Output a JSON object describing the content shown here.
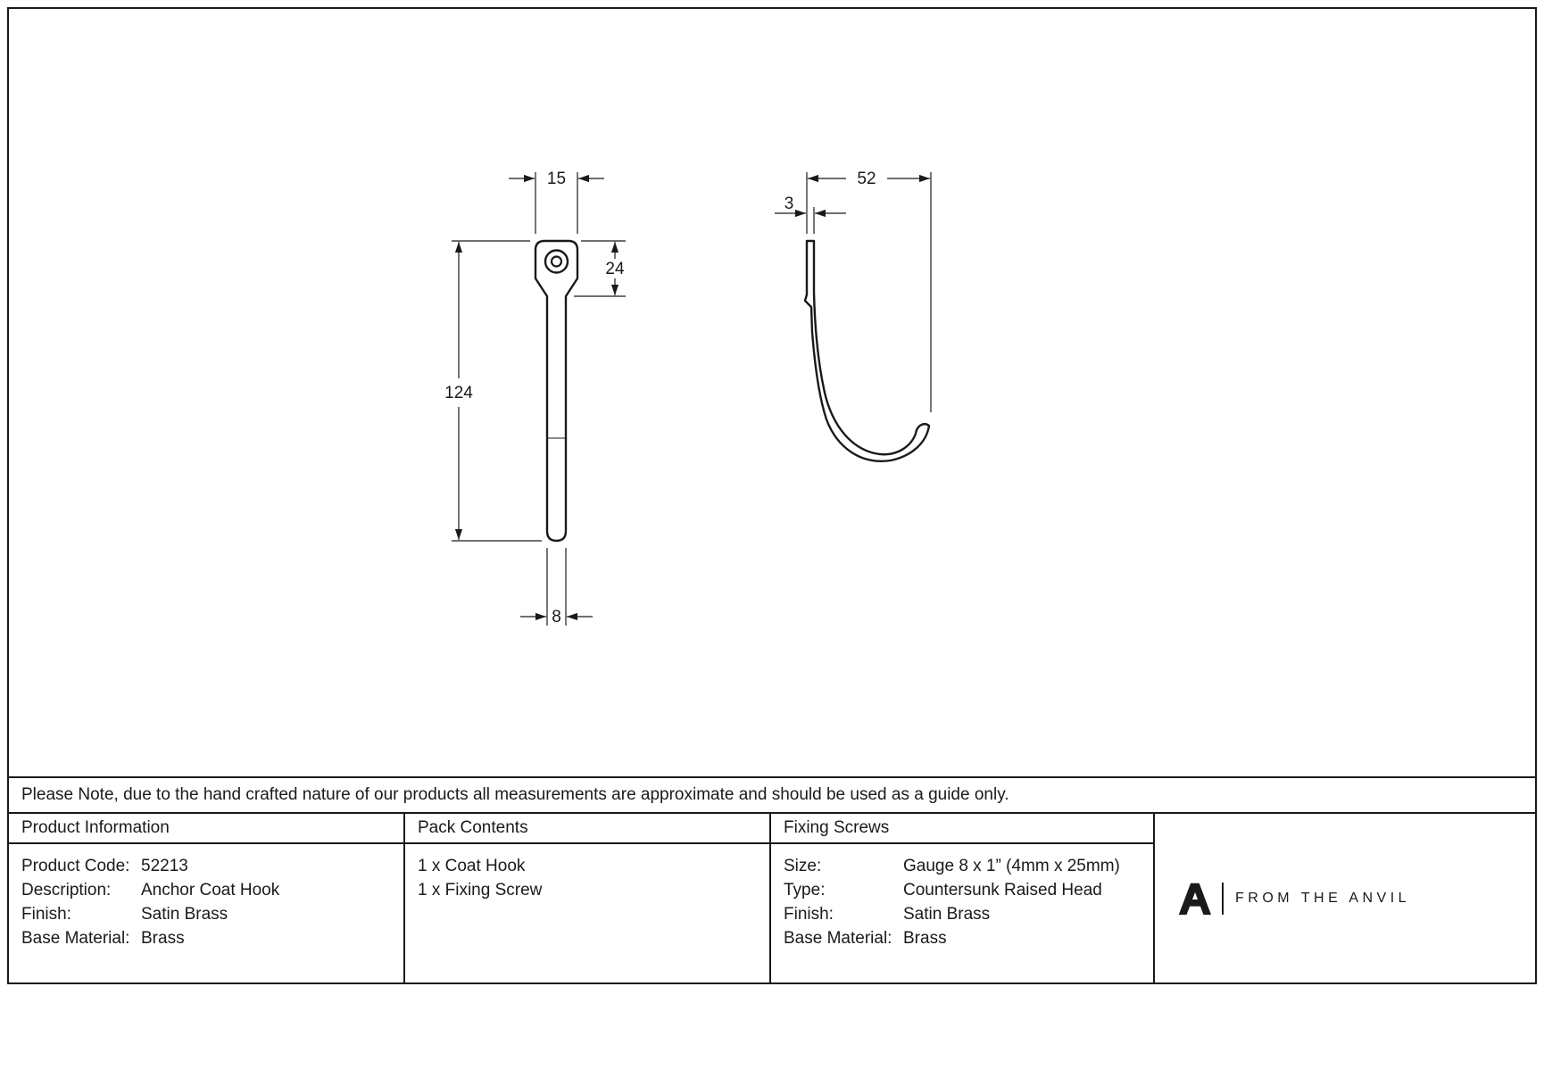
{
  "note": "Please Note, due to the hand crafted nature of our products all measurements are approximate and should be used as a guide only.",
  "drawings": {
    "front_view": {
      "head_width_mm": "15",
      "head_height_mm": "24",
      "length_mm": "124",
      "strap_width_mm": "8"
    },
    "side_view": {
      "depth_mm": "52",
      "thickness_mm": "3"
    }
  },
  "table": {
    "product_information": {
      "header": "Product Information",
      "rows": [
        {
          "label": "Product Code:",
          "value": "52213"
        },
        {
          "label": "Description:",
          "value": "Anchor Coat Hook"
        },
        {
          "label": "Finish:",
          "value": "Satin Brass"
        },
        {
          "label": "Base Material:",
          "value": "Brass"
        }
      ]
    },
    "pack_contents": {
      "header": "Pack Contents",
      "items": [
        "1 x Coat Hook",
        "1 x Fixing Screw"
      ]
    },
    "fixing_screws": {
      "header": "Fixing Screws",
      "rows": [
        {
          "label": "Size:",
          "value": "Gauge 8 x 1” (4mm x 25mm)"
        },
        {
          "label": "Type:",
          "value": "Countersunk Raised Head"
        },
        {
          "label": "Finish:",
          "value": "Satin Brass"
        },
        {
          "label": "Base Material:",
          "value": "Brass"
        }
      ]
    },
    "brand": {
      "logo_icon": "anvil-a-logo",
      "name": "FROM THE ANVIL"
    }
  },
  "colors": {
    "ink": "#1a1a1a",
    "background": "#ffffff"
  }
}
